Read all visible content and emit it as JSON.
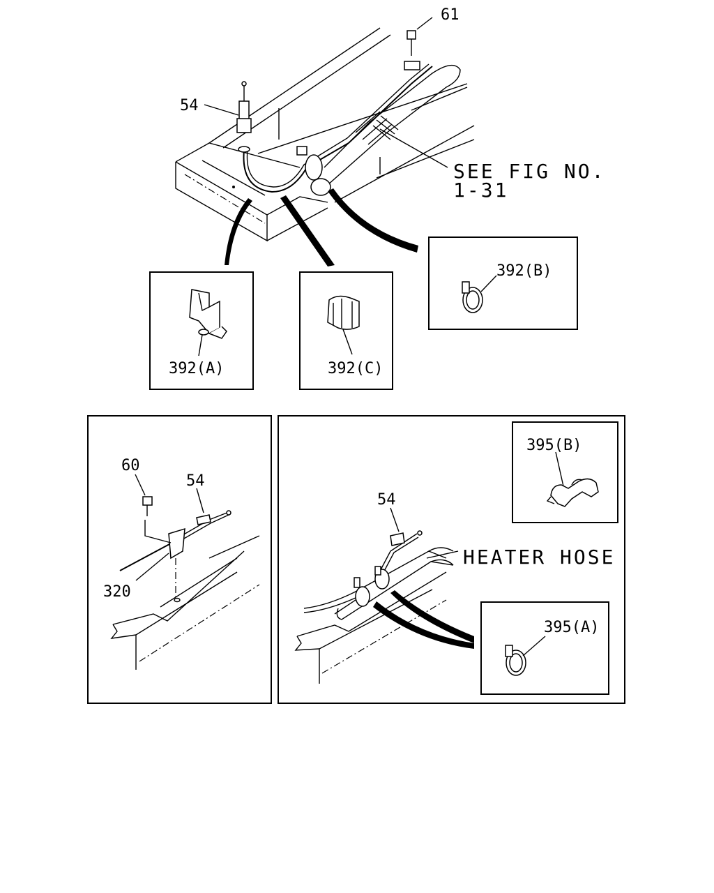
{
  "labels": {
    "part_61": "61",
    "part_54_top": "54",
    "see_fig": "SEE FIG NO.",
    "see_fig_no": "1-31",
    "clip_392a": "392(A)",
    "clip_392b": "392(B)",
    "clip_392c": "392(C)",
    "part_60": "60",
    "part_54_left": "54",
    "part_320": "320",
    "part_54_right": "54",
    "clip_395b": "395(B)",
    "heater_hose": "HEATER HOSE",
    "clip_395a": "395(A)"
  }
}
